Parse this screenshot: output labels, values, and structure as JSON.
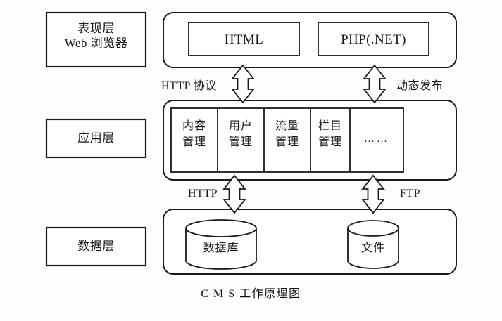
{
  "diagram": {
    "caption": "C M S 工作原理图",
    "layers": [
      {
        "id": "presentation",
        "name_line1": "表现层",
        "name_line2": "Web 浏览器",
        "nodes": [
          {
            "id": "html",
            "label": "HTML",
            "shape": "rect"
          },
          {
            "id": "php",
            "label": "PHP(.NET)",
            "shape": "rect"
          }
        ]
      },
      {
        "id": "application",
        "name_line1": "应用层",
        "name_line2": "",
        "nodes": [
          {
            "id": "content-management",
            "label_line1": "内容",
            "label_line2": "管理",
            "shape": "cell"
          },
          {
            "id": "user-management",
            "label_line1": "用户",
            "label_line2": "管理",
            "shape": "cell"
          },
          {
            "id": "traffic-management",
            "label_line1": "流量",
            "label_line2": "管理",
            "shape": "cell"
          },
          {
            "id": "column-management",
            "label_line1": "栏目",
            "label_line2": "管理",
            "shape": "cell"
          },
          {
            "id": "more",
            "label_line1": "……",
            "label_line2": "",
            "shape": "cell"
          }
        ]
      },
      {
        "id": "data",
        "name_line1": "数据层",
        "name_line2": "",
        "nodes": [
          {
            "id": "database",
            "label": "数据库",
            "shape": "cylinder"
          },
          {
            "id": "file",
            "label": "文件",
            "shape": "cylinder"
          }
        ]
      }
    ],
    "connectors": [
      {
        "id": "http-protocol",
        "label": "HTTP 协议",
        "from": "application",
        "to": "presentation",
        "direction": "bidirectional"
      },
      {
        "id": "dynamic-publish",
        "label": "动态发布",
        "from": "application",
        "to": "presentation",
        "direction": "bidirectional"
      },
      {
        "id": "http",
        "label": "HTTP",
        "from": "application",
        "to": "data",
        "direction": "bidirectional"
      },
      {
        "id": "ftp",
        "label": "FTP",
        "from": "application",
        "to": "data",
        "direction": "bidirectional"
      }
    ],
    "colors": {
      "stroke": "#1a1a1a",
      "fill": "#ffffff",
      "background": "#fefefe",
      "text": "#1a1a1a"
    }
  }
}
